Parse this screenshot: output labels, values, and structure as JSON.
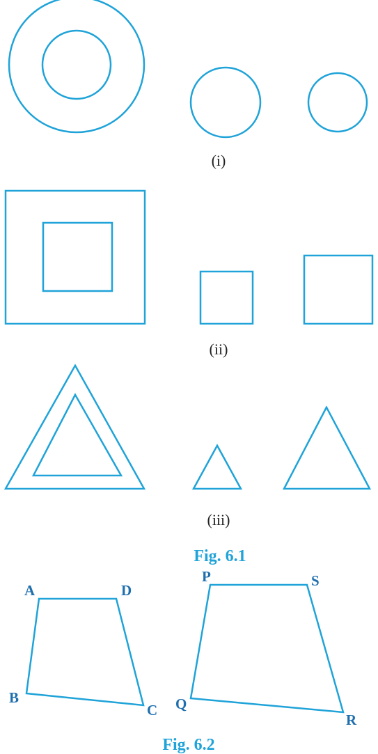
{
  "colors": {
    "stroke": "#1fa3d8",
    "caption": "#1fa3d8",
    "vertex_label": "#1f6fae",
    "sub_caption": "#222222"
  },
  "figure_6_1": {
    "caption": "Fig. 6.1",
    "rows": [
      {
        "label": "(i)",
        "shape": "circle"
      },
      {
        "label": "(ii)",
        "shape": "square"
      },
      {
        "label": "(iii)",
        "shape": "triangle"
      }
    ]
  },
  "figure_6_2": {
    "caption": "Fig. 6.2",
    "quadrilateral_1": {
      "vertices": [
        "A",
        "D",
        "B",
        "C"
      ]
    },
    "quadrilateral_2": {
      "vertices": [
        "P",
        "S",
        "Q",
        "R"
      ]
    }
  }
}
